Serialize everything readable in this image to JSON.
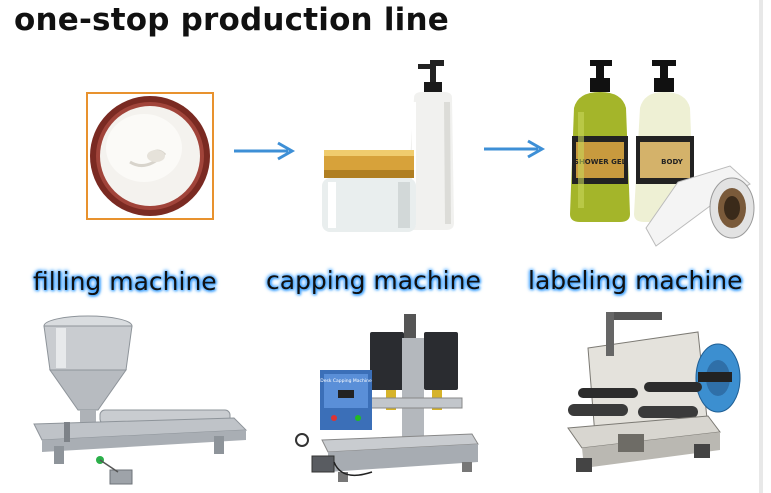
{
  "header": {
    "title": "one-stop production line"
  },
  "stages": [
    {
      "label": "filling machine"
    },
    {
      "label": "capping machine"
    },
    {
      "label": "labeling machine"
    }
  ],
  "product_text": {
    "shower_gel": "SHOWER GEL",
    "body": "BODY"
  },
  "machine_text": {
    "capper_panel": "Desk Capping Machine"
  },
  "colors": {
    "arrow": "#3d8fd6",
    "label_glow": "#4aa8ff",
    "frame": "#e8922e",
    "stainless": "#c9ccd0"
  },
  "icons": [
    "arrow-right-icon",
    "arrow-right-icon"
  ]
}
